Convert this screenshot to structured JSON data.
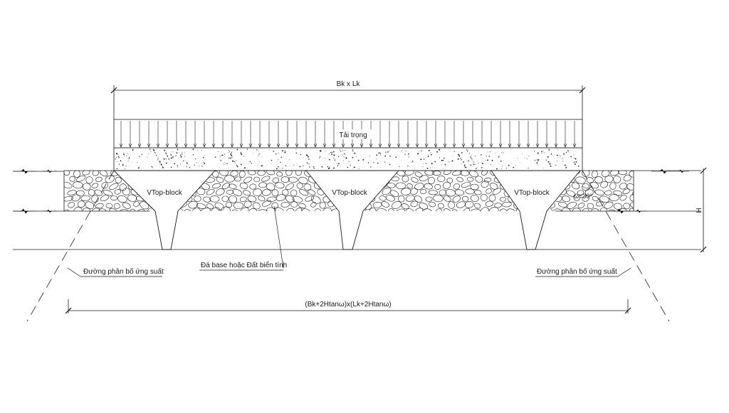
{
  "labels": {
    "top_dimension": "Bk x Lk",
    "load": "Tải trọng",
    "block_1": "VTop-block",
    "block_2": "VTop-block",
    "block_3": "VTop-block",
    "fill_material": "Đá base hoặc Đất biển tính",
    "stress_left": "Đường phân bố ứng suất",
    "stress_right": "Đường phân bố ứng suất",
    "height": "H",
    "angle": "ω=30°",
    "bottom_dimension": "(Bk+2Htanω)x(Lk+2Htanω)"
  },
  "colors": {
    "line": "#1a1a1a",
    "background": "#ffffff"
  }
}
